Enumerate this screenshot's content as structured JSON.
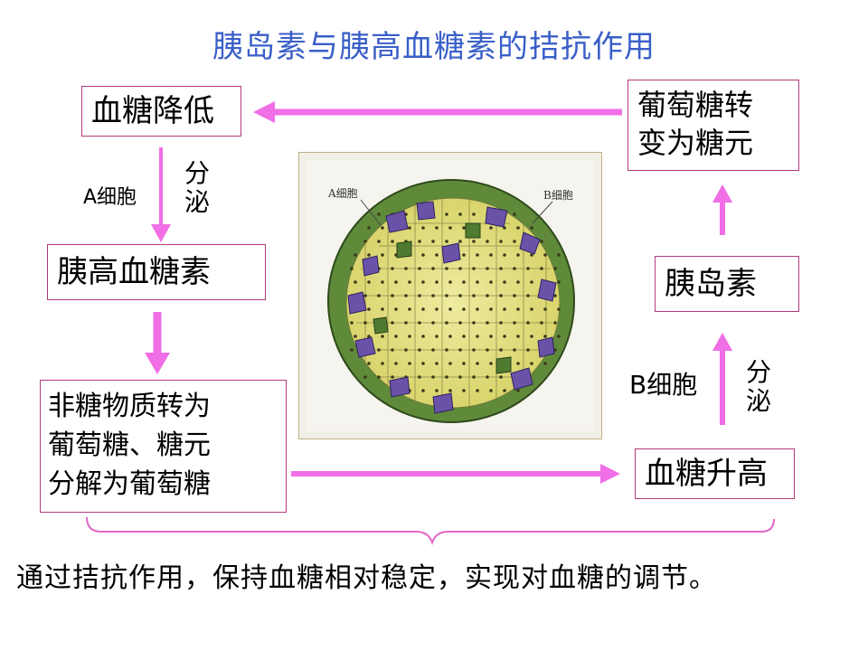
{
  "title": "胰岛素与胰高血糖素的拮抗作用",
  "left": {
    "box_low": "血糖降低",
    "a_cell": "A细胞",
    "secrete": [
      "分",
      "泌"
    ],
    "box_glucagon": "胰高血糖素",
    "box_convert": [
      "非糖物质转为",
      "葡萄糖、糖元",
      "分解为葡萄糖"
    ]
  },
  "right": {
    "box_glycogen": [
      "葡萄糖转",
      "变为糖元"
    ],
    "box_insulin": "胰岛素",
    "b_cell": "B细胞",
    "secrete": [
      "分",
      "泌"
    ],
    "box_high": "血糖升高"
  },
  "image": {
    "label_a": "A细胞",
    "label_b": "B细胞"
  },
  "conclusion": "通过拮抗作用，保持血糖相对稳定，实现对血糖的调节。",
  "colors": {
    "title": "#3a5fc8",
    "arrow": "#f06ee6",
    "box_border": "#b23a7a",
    "a_cell_fill": "#6a52a8",
    "b_cell_fill": "#e6e48a",
    "d_cell_fill": "#5f8a3a"
  }
}
